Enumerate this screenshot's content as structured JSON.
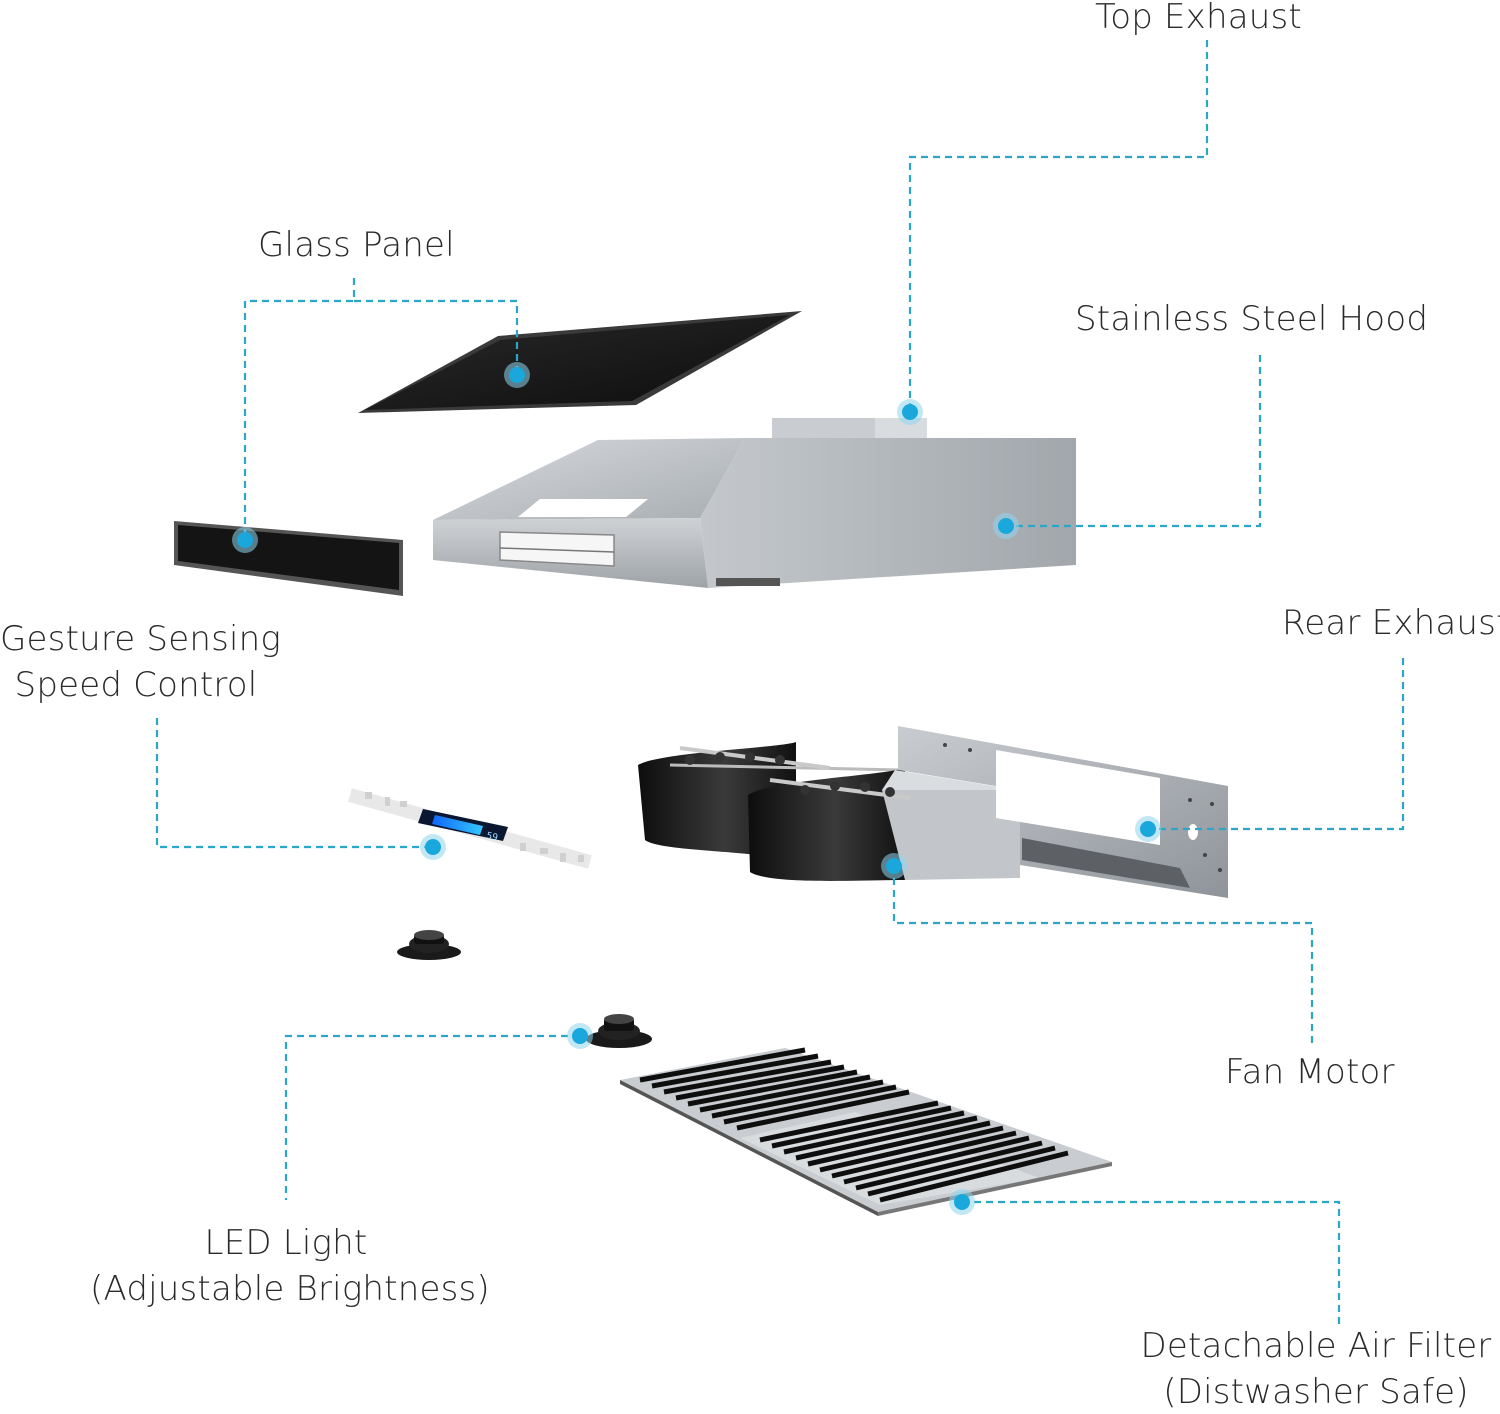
{
  "labels": {
    "top_exhaust": "Top Exhaust",
    "glass_panel": "Glass Panel",
    "stainless_hood": "Stainless Steel Hood",
    "gesture_line1": "Gesture Sensing",
    "gesture_line2": "Speed Control",
    "rear_exhaust": "Rear Exhaust",
    "fan_motor": "Fan Motor",
    "led_line1": "LED Light",
    "led_line2": "(Adjustable Brightness)",
    "filter_line1": "Detachable Air Filter",
    "filter_line2": "(Distwasher Safe)"
  },
  "colors": {
    "leader": "#2aa6c8",
    "dot": "#19a7dc",
    "text": "#2a2a2a",
    "steel": "#b8bcc0",
    "glass": "#151515"
  },
  "display": {
    "speed_readout": "59"
  }
}
